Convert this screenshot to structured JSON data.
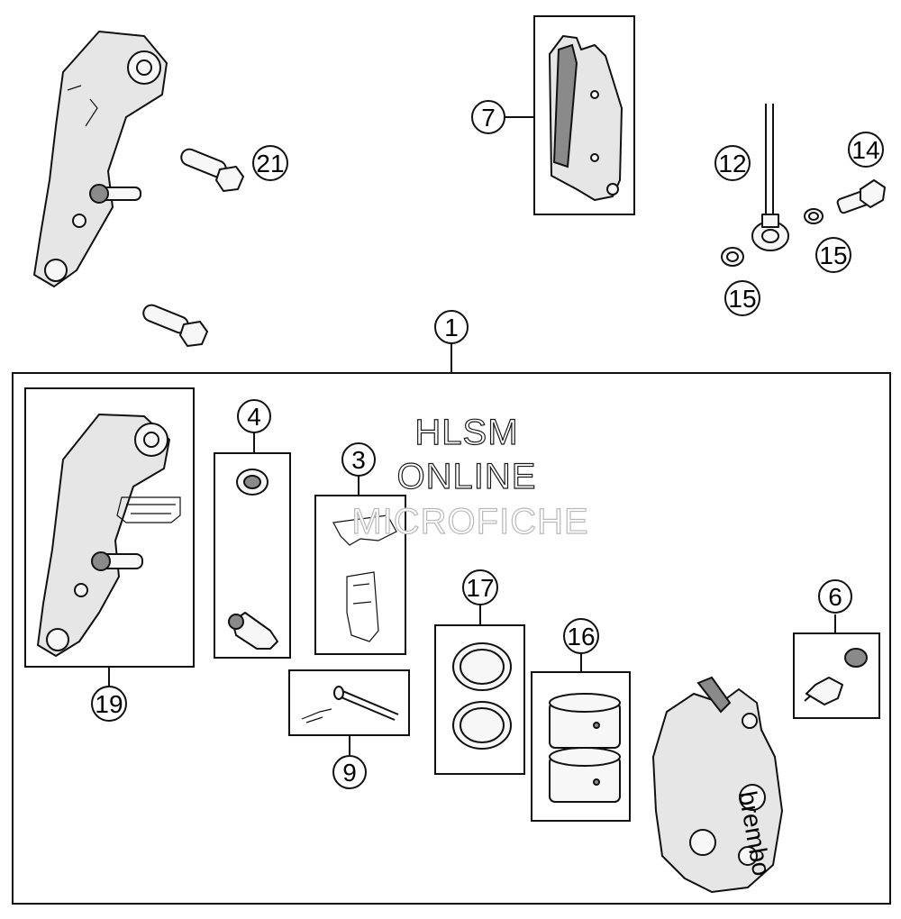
{
  "callouts": {
    "c1": "1",
    "c3": "3",
    "c4": "4",
    "c6": "6",
    "c7": "7",
    "c9": "9",
    "c12": "12",
    "c14": "14",
    "c15a": "15",
    "c15b": "15",
    "c16": "16",
    "c17": "17",
    "c19": "19",
    "c21": "21"
  },
  "watermark": {
    "line1": "HLSM",
    "line2": "ONLINE",
    "line3": "MICROFICHE"
  },
  "caliper_brand": "brembo"
}
